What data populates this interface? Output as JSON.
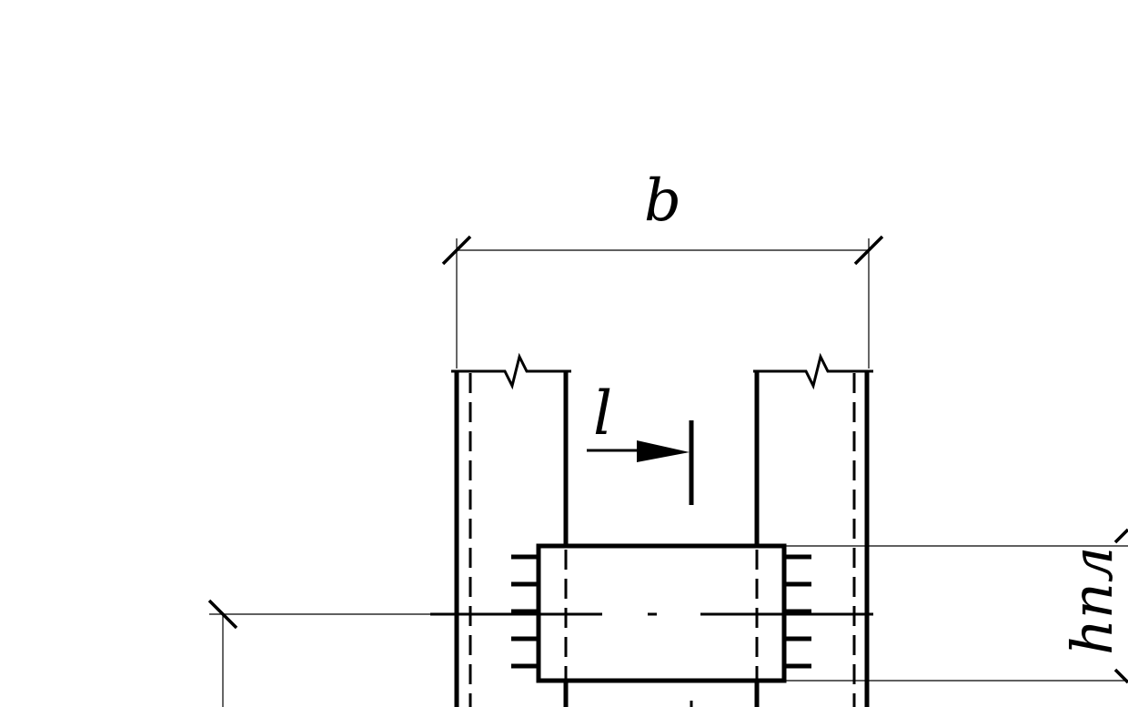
{
  "labels": {
    "width": "b",
    "section_mark": "l",
    "plate_height": "hпл"
  },
  "colors": {
    "ink": "#000000",
    "paper": "#ffffff"
  }
}
